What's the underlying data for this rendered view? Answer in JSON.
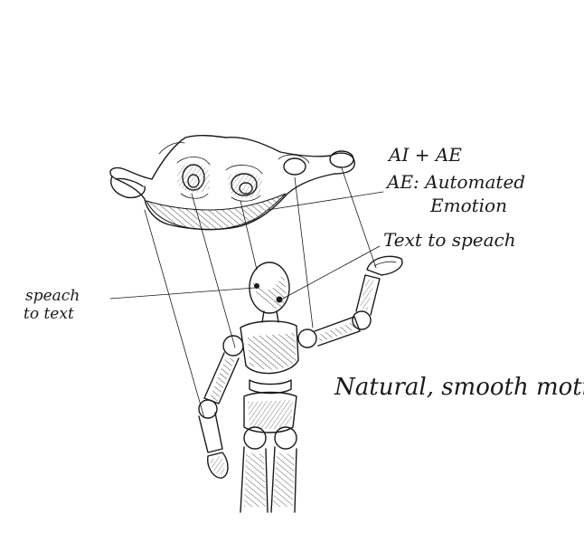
{
  "labels": {
    "ai_ae": "AI + AE",
    "ae_line1": "AE: Automated",
    "ae_line2": "Emotion",
    "tts": "Text to speach",
    "stt_line1": "speach",
    "stt_line2": "to text",
    "motion": "Natural, smooth motion"
  },
  "colors": {
    "ink": "#1a1a1a",
    "paper": "#ffffff"
  }
}
